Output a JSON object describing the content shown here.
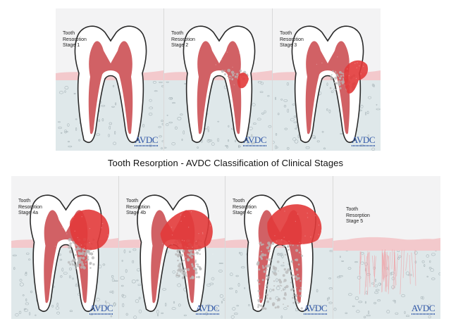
{
  "caption": "Tooth Resorption - AVDC Classification of Clinical Stages",
  "logo_text": "AVDC",
  "colors": {
    "resorption": "#e23a3a",
    "pulp": "#c9454a",
    "gum": "#f3c9cc",
    "bone": "#dfe8ea",
    "tooth_outline": "#2a2a2a",
    "logo": "#2f56a6"
  },
  "panels": [
    {
      "id": "stage-1",
      "label": "Tooth Resorption Stage 1",
      "resorption_level": 0
    },
    {
      "id": "stage-2",
      "label": "Tooth Resorption Stage 2",
      "resorption_level": 1
    },
    {
      "id": "stage-3",
      "label": "Tooth Resorption Stage 3",
      "resorption_level": 2
    },
    {
      "id": "stage-4a",
      "label": "Tooth Resorption Stage 4a",
      "resorption_level": 3
    },
    {
      "id": "stage-4b",
      "label": "Tooth Resorption Stage 4b",
      "resorption_level": 4
    },
    {
      "id": "stage-4c",
      "label": "Tooth Resorption Stage 4c",
      "resorption_level": 5
    },
    {
      "id": "stage-5",
      "label": "Tooth Resorption Stage 5",
      "resorption_level": 6
    }
  ]
}
